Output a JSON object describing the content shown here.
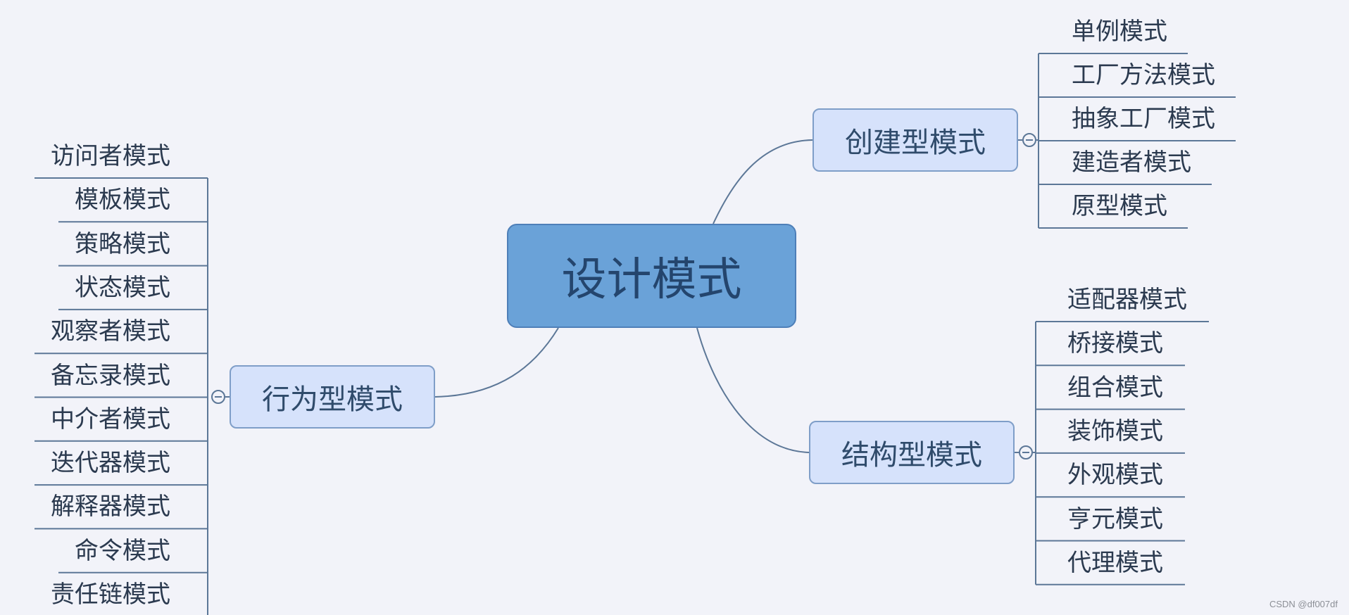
{
  "central": "设计模式",
  "branches": {
    "creational": {
      "label": "创建型模式",
      "children": [
        "单例模式",
        "工厂方法模式",
        "抽象工厂模式",
        "建造者模式",
        "原型模式"
      ]
    },
    "structural": {
      "label": "结构型模式",
      "children": [
        "适配器模式",
        "桥接模式",
        "组合模式",
        "装饰模式",
        "外观模式",
        "亨元模式",
        "代理模式"
      ]
    },
    "behavioral": {
      "label": "行为型模式",
      "children": [
        "访问者模式",
        "模板模式",
        "策略模式",
        "状态模式",
        "观察者模式",
        "备忘录模式",
        "中介者模式",
        "迭代器模式",
        "解释器模式",
        "命令模式",
        "责任链模式"
      ]
    }
  },
  "watermark": "CSDN @df007df",
  "colors": {
    "background": "#f2f3f9",
    "central_fill": "#6aa2d8",
    "branch_fill": "#d6e2fb",
    "line": "#5c7797"
  }
}
